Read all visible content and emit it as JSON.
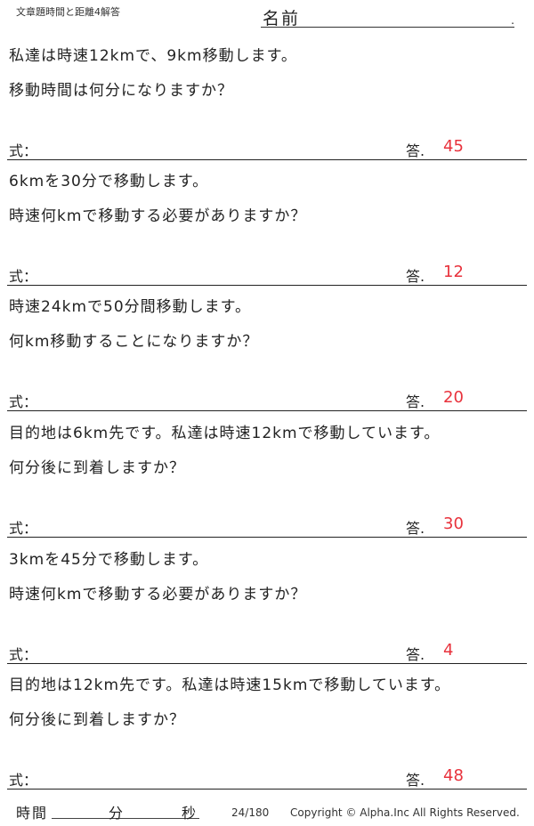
{
  "header": {
    "title": "文章題時間と距離4解答",
    "name_label": "名前",
    "name_dot": "."
  },
  "problems": [
    {
      "line1": "私達は時速12kmで、9km移動します。",
      "line2": "移動時間は何分になりますか？",
      "formula_label": "式：",
      "answer_label": "答.",
      "answer": "45"
    },
    {
      "line1": "6kmを30分で移動します。",
      "line2": "時速何kmで移動する必要がありますか？",
      "formula_label": "式：",
      "answer_label": "答.",
      "answer": "12"
    },
    {
      "line1": "時速24kmで50分間移動します。",
      "line2": "何km移動することになりますか？",
      "formula_label": "式：",
      "answer_label": "答.",
      "answer": "20"
    },
    {
      "line1": "目的地は6km先です。私達は時速12kmで移動しています。",
      "line2": "何分後に到着しますか？",
      "formula_label": "式：",
      "answer_label": "答.",
      "answer": "30"
    },
    {
      "line1": "3kmを45分で移動します。",
      "line2": "時速何kmで移動する必要がありますか？",
      "formula_label": "式：",
      "answer_label": "答.",
      "answer": "4"
    },
    {
      "line1": "目的地は12km先です。私達は時速15kmで移動しています。",
      "line2": "何分後に到着しますか？",
      "formula_label": "式：",
      "answer_label": "答.",
      "answer": "48"
    }
  ],
  "footer": {
    "time_label": "時間",
    "minutes_label": "分",
    "seconds_label": "秒",
    "page": "24/180",
    "copyright": "Copyright ©  Alpha.Inc All Rights Reserved."
  },
  "colors": {
    "answer": "#e8323c"
  }
}
